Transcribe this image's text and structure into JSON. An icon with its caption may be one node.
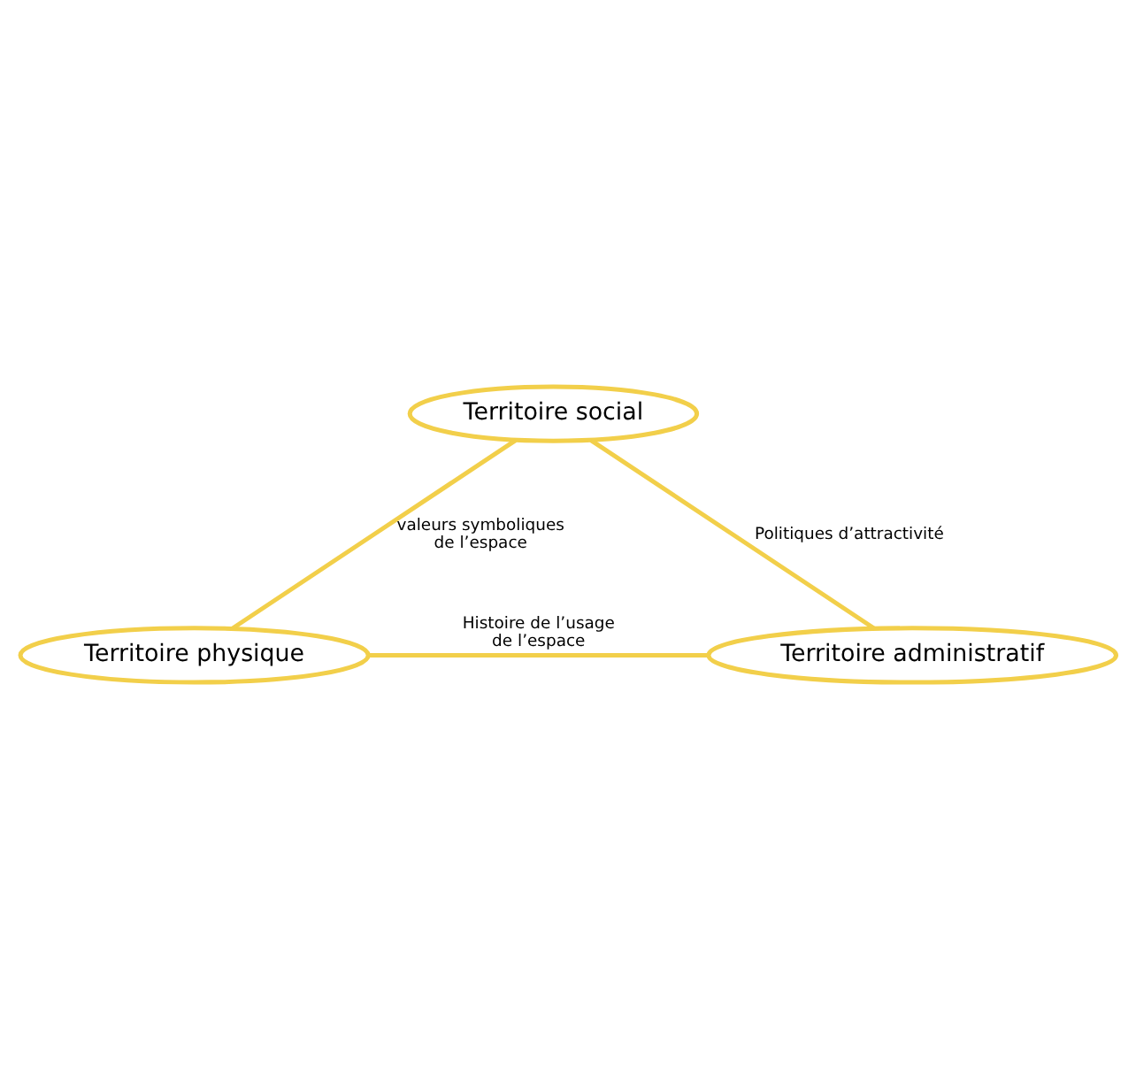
{
  "diagram": {
    "nodes": [
      {
        "text": [
          "Territoire social"
        ]
      },
      {
        "text": [
          "Territoire physique"
        ]
      },
      {
        "text": [
          "Territoire administratif"
        ]
      }
    ],
    "edges": [
      {
        "from": 0,
        "to": 1,
        "arrow": "none",
        "label": "valeurs symboliques de l’espace"
      },
      {
        "from": 0,
        "to": 2,
        "arrow": "none",
        "label": "Politiques d’attractivité"
      },
      {
        "from": 1,
        "to": 2,
        "arrow": "none",
        "label": "Histoire de l’usage de l’espace"
      }
    ]
  }
}
